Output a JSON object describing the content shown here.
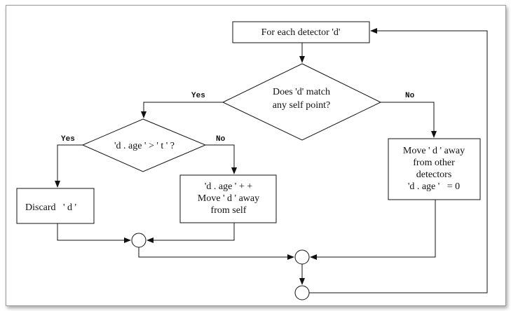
{
  "nodes": {
    "start": "For each detector 'd'",
    "match_q": [
      "Does 'd' match",
      "any self point?"
    ],
    "age_q": "'d . age ' > ' t ' ?",
    "discard": "Discard   ' d '",
    "age_inc": [
      "'d . age ' + +",
      "Move ' d ' away",
      "from self"
    ],
    "move_away": [
      "Move ' d ' away",
      "from other",
      "detectors",
      "'d . age '   = 0"
    ]
  },
  "edges": {
    "match_yes": "Yes",
    "match_no": "No",
    "age_yes": "Yes",
    "age_no": "No"
  }
}
